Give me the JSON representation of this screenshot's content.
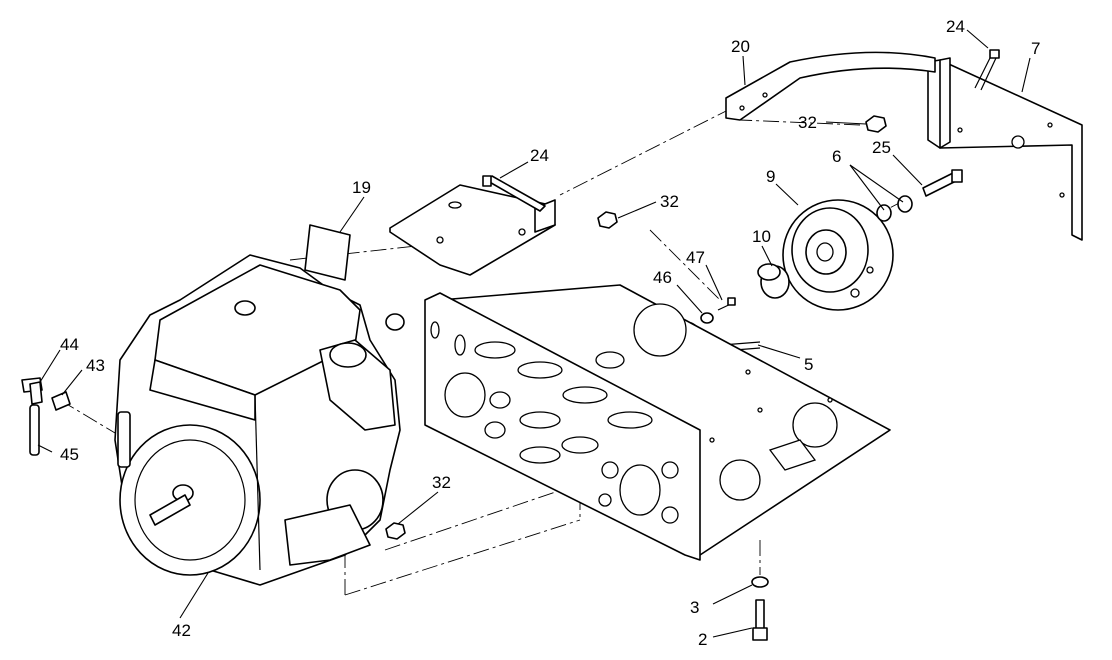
{
  "callouts": [
    {
      "key": "c20",
      "label": "20"
    },
    {
      "key": "c24a",
      "label": "24"
    },
    {
      "key": "c7",
      "label": "7"
    },
    {
      "key": "c32a",
      "label": "32"
    },
    {
      "key": "c6",
      "label": "6"
    },
    {
      "key": "c25",
      "label": "25"
    },
    {
      "key": "c9",
      "label": "9"
    },
    {
      "key": "c24b",
      "label": "24"
    },
    {
      "key": "c32b",
      "label": "32"
    },
    {
      "key": "c19",
      "label": "19"
    },
    {
      "key": "c10",
      "label": "10"
    },
    {
      "key": "c47",
      "label": "47"
    },
    {
      "key": "c46",
      "label": "46"
    },
    {
      "key": "c5",
      "label": "5"
    },
    {
      "key": "c44",
      "label": "44"
    },
    {
      "key": "c43",
      "label": "43"
    },
    {
      "key": "c45",
      "label": "45"
    },
    {
      "key": "c32c",
      "label": "32"
    },
    {
      "key": "c42",
      "label": "42"
    },
    {
      "key": "c3",
      "label": "3"
    },
    {
      "key": "c2",
      "label": "2"
    }
  ]
}
